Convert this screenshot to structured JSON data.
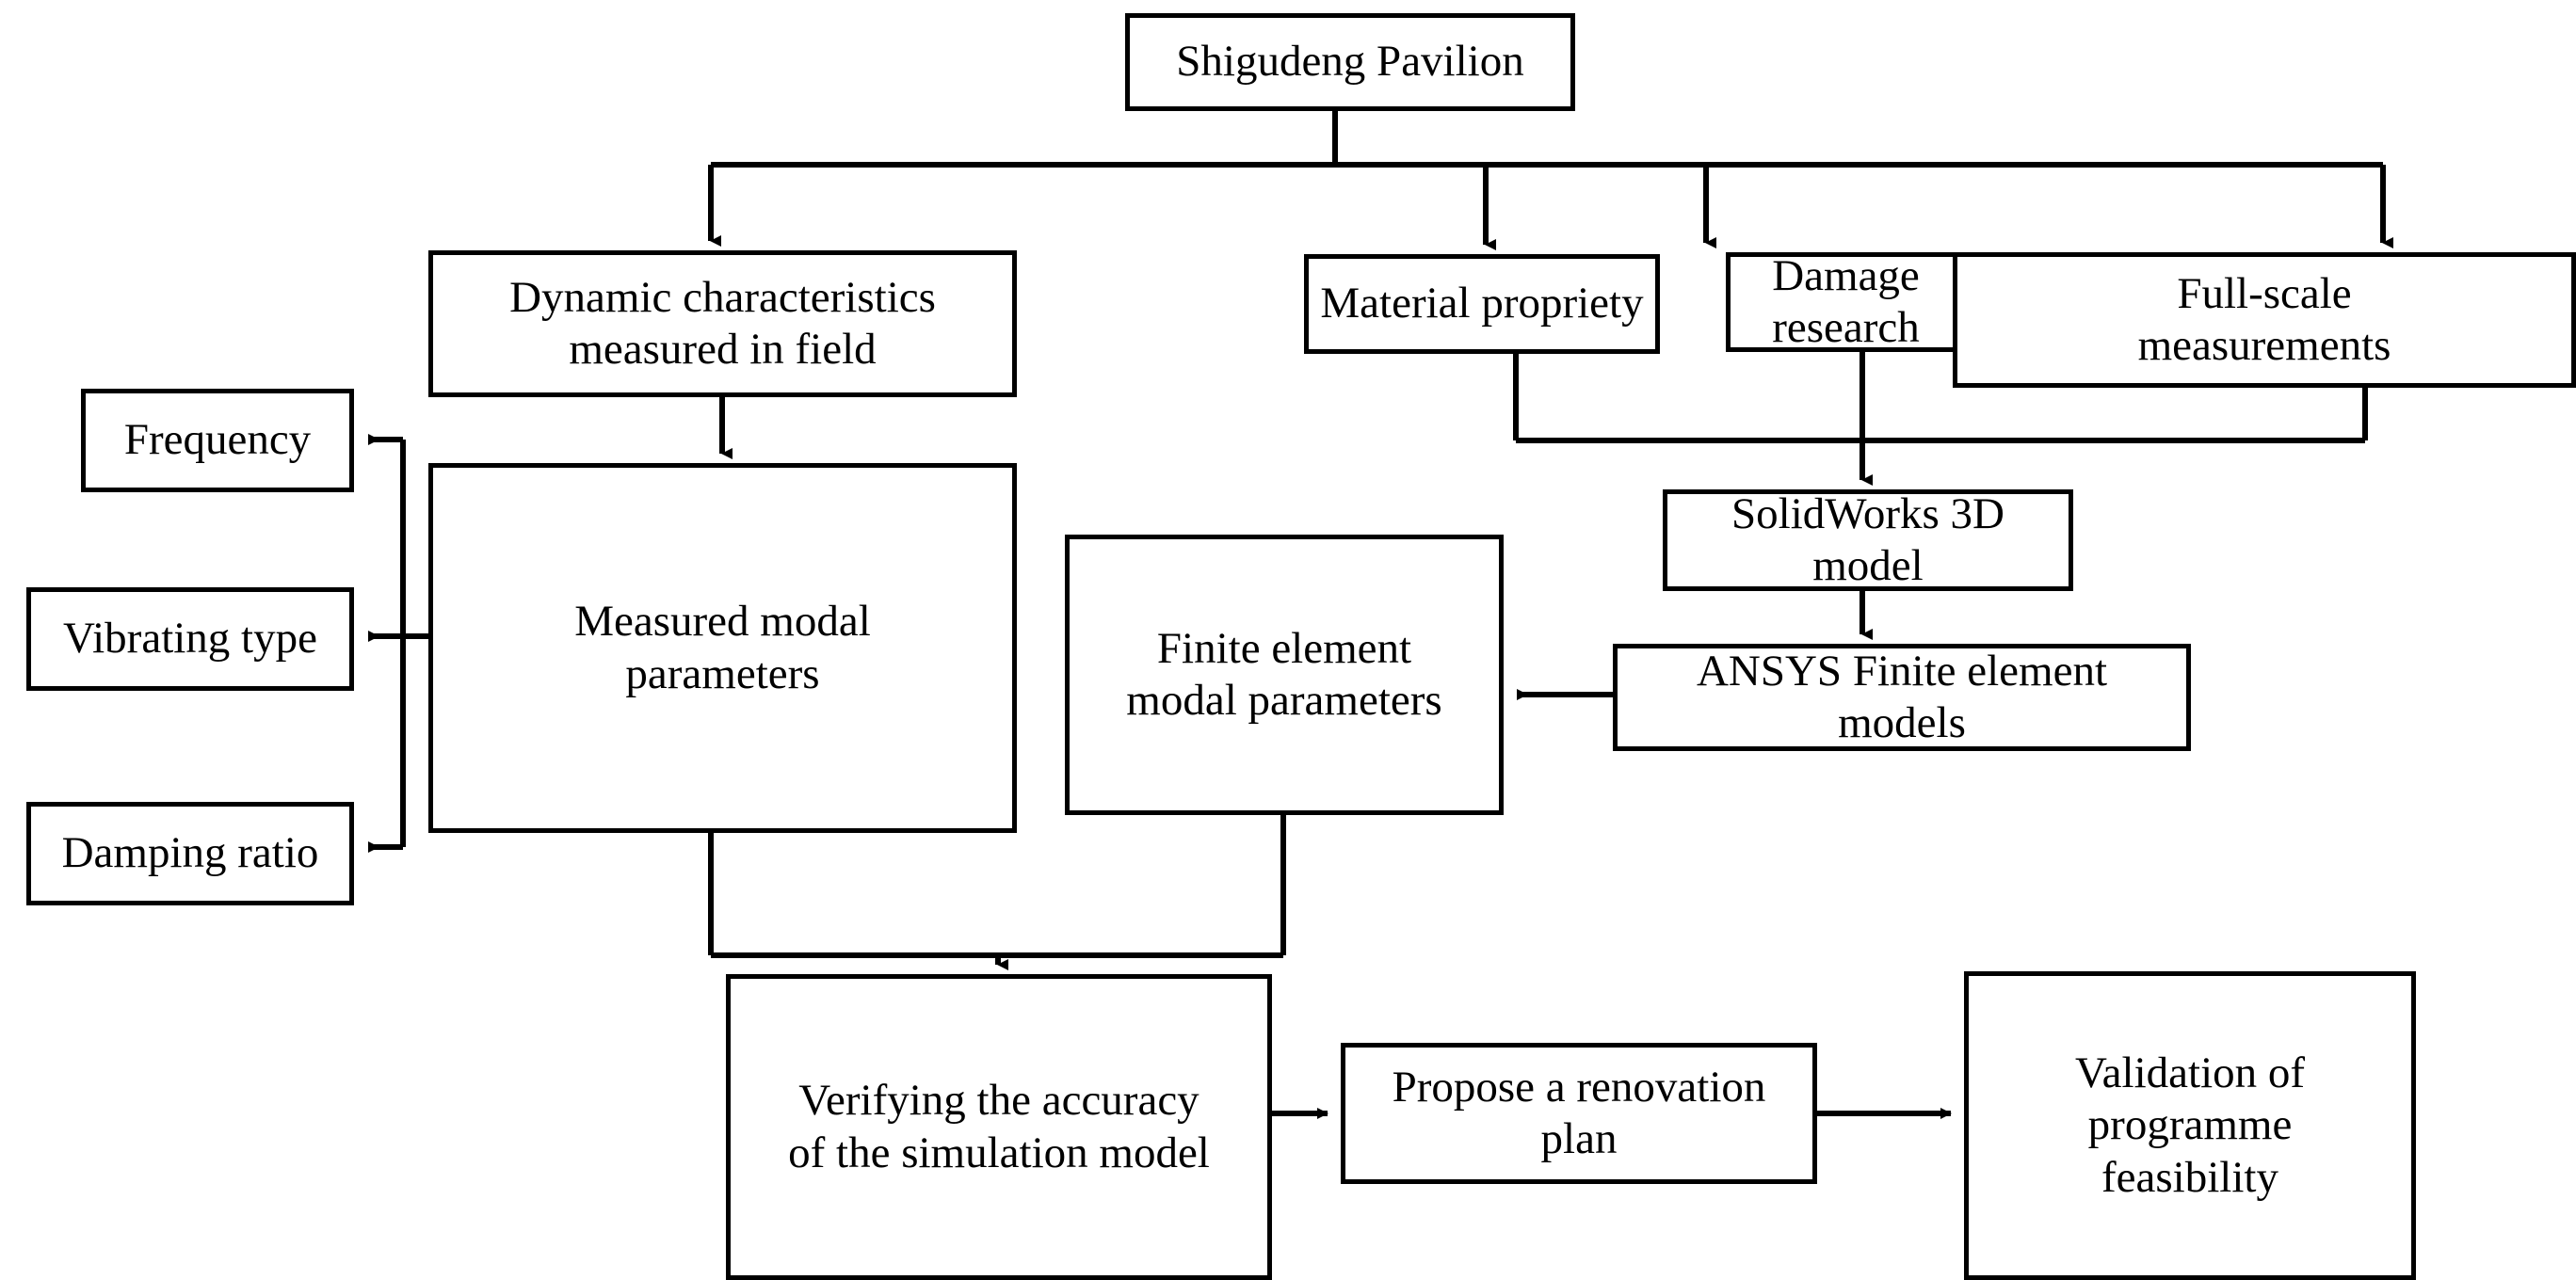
{
  "diagram": {
    "title": "Shigudeng Pavilion research flowchart",
    "background_color": "#ffffff",
    "line_color": "#000000",
    "text_color": "#000000"
  },
  "nodes": {
    "root": "Shigudeng Pavilion",
    "dynamic_characteristics": "Dynamic characteristics\nmeasured in field",
    "material_propriety": "Material propriety",
    "damage_research": "Damage research",
    "full_scale_measurements": "Full-scale\nmeasurements",
    "frequency": "Frequency",
    "vibrating_type": "Vibrating type",
    "damping_ratio": "Damping ratio",
    "measured_modal_parameters": "Measured modal\nparameters",
    "finite_element_modal_parameters": "Finite element\nmodal parameters",
    "solidworks_model": "SolidWorks 3D model",
    "ansys_models": "ANSYS Finite element models",
    "verify_accuracy": "Verifying the accuracy\nof the simulation model",
    "propose_renovation": "Propose a renovation plan",
    "validation_feasibility": "Validation of programme\nfeasibility"
  },
  "edges": [
    {
      "from": "root",
      "to": "dynamic_characteristics",
      "style": "orthogonal-arrow"
    },
    {
      "from": "root",
      "to": "material_propriety",
      "style": "orthogonal-arrow"
    },
    {
      "from": "root",
      "to": "damage_research",
      "style": "orthogonal-arrow"
    },
    {
      "from": "root",
      "to": "full_scale_measurements",
      "style": "orthogonal-arrow"
    },
    {
      "from": "dynamic_characteristics",
      "to": "measured_modal_parameters",
      "style": "straight-arrow"
    },
    {
      "from": "measured_modal_parameters",
      "to": "frequency",
      "style": "orthogonal-arrow"
    },
    {
      "from": "measured_modal_parameters",
      "to": "vibrating_type",
      "style": "orthogonal-arrow"
    },
    {
      "from": "measured_modal_parameters",
      "to": "damping_ratio",
      "style": "orthogonal-arrow"
    },
    {
      "from": "material_propriety",
      "to": "solidworks_model",
      "style": "orthogonal-arrow"
    },
    {
      "from": "damage_research",
      "to": "solidworks_model",
      "style": "straight-arrow"
    },
    {
      "from": "full_scale_measurements",
      "to": "solidworks_model",
      "style": "orthogonal-arrow"
    },
    {
      "from": "solidworks_model",
      "to": "ansys_models",
      "style": "straight-arrow"
    },
    {
      "from": "ansys_models",
      "to": "finite_element_modal_parameters",
      "style": "straight-arrow"
    },
    {
      "from": "measured_modal_parameters",
      "to": "verify_accuracy",
      "style": "orthogonal-arrow"
    },
    {
      "from": "finite_element_modal_parameters",
      "to": "verify_accuracy",
      "style": "orthogonal-arrow"
    },
    {
      "from": "verify_accuracy",
      "to": "propose_renovation",
      "style": "straight-arrow"
    },
    {
      "from": "propose_renovation",
      "to": "validation_feasibility",
      "style": "straight-arrow"
    }
  ]
}
